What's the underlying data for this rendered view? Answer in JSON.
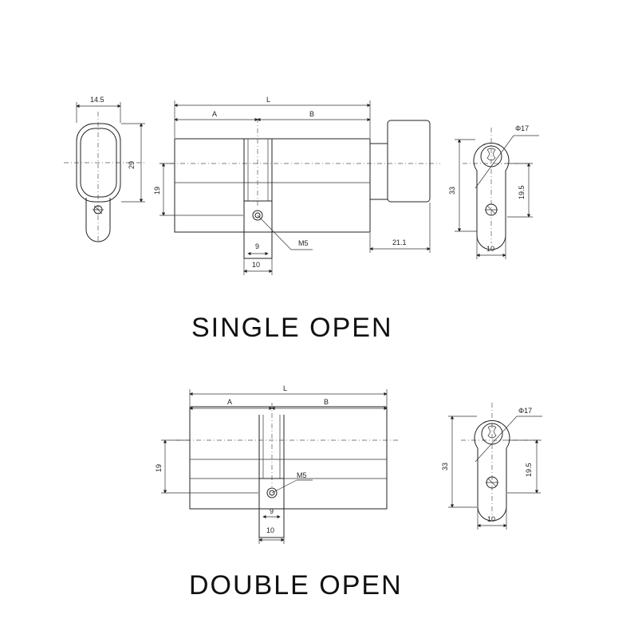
{
  "single": {
    "title": "SINGLE OPEN",
    "dims": {
      "L": "L",
      "A": "A",
      "B": "B",
      "knob_w": "14.5",
      "knob_h": "29",
      "body_h": "19",
      "m5": "M5",
      "c9": "9",
      "c10": "10",
      "knob_len": "21.1",
      "phi": "Φ17",
      "p33": "33",
      "p195": "19.5",
      "p10": "10"
    }
  },
  "double": {
    "title": "DOUBLE OPEN",
    "dims": {
      "L": "L",
      "A": "A",
      "B": "B",
      "body_h": "19",
      "m5": "M5",
      "c9": "9",
      "c10": "10",
      "phi": "Φ17",
      "p33": "33",
      "p195": "19.5",
      "p10": "10"
    }
  }
}
